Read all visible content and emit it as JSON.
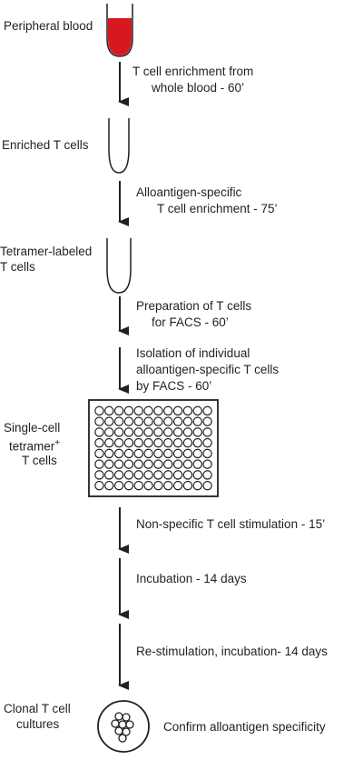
{
  "labels": {
    "peripheral_blood": "Peripheral blood",
    "enriched": "Enriched T cells",
    "tetramer_line1": "Tetramer-labeled",
    "tetramer_line2": "T cells",
    "single_cell_line1": "Single-cell",
    "single_cell_line2": "tetramer",
    "single_cell_sup": "+",
    "single_cell_line3": "T cells",
    "clonal_line1": "Clonal T cell",
    "clonal_line2": "cultures"
  },
  "steps": {
    "s1_line1": "T cell enrichment from",
    "s1_line2": "whole blood - 60’",
    "s2_line1": "Alloantigen-specific",
    "s2_line2": "T cell enrichment - 75’",
    "s3_line1": "Preparation of T cells",
    "s3_line2": "for FACS - 60’",
    "s4_line1": "Isolation of individual",
    "s4_line2": "alloantigen-specific T cells",
    "s4_line3": "by FACS - 60’",
    "s5": "Non-specific T cell stimulation - 15’",
    "s6": "Incubation - 14 days",
    "s7": "Re-stimulation, incubation- 14 days",
    "s8": "Confirm alloantigen specificity"
  },
  "colors": {
    "blood": "#d7191f",
    "ink": "#231f20"
  },
  "plate": {
    "rows": 8,
    "cols": 12
  }
}
